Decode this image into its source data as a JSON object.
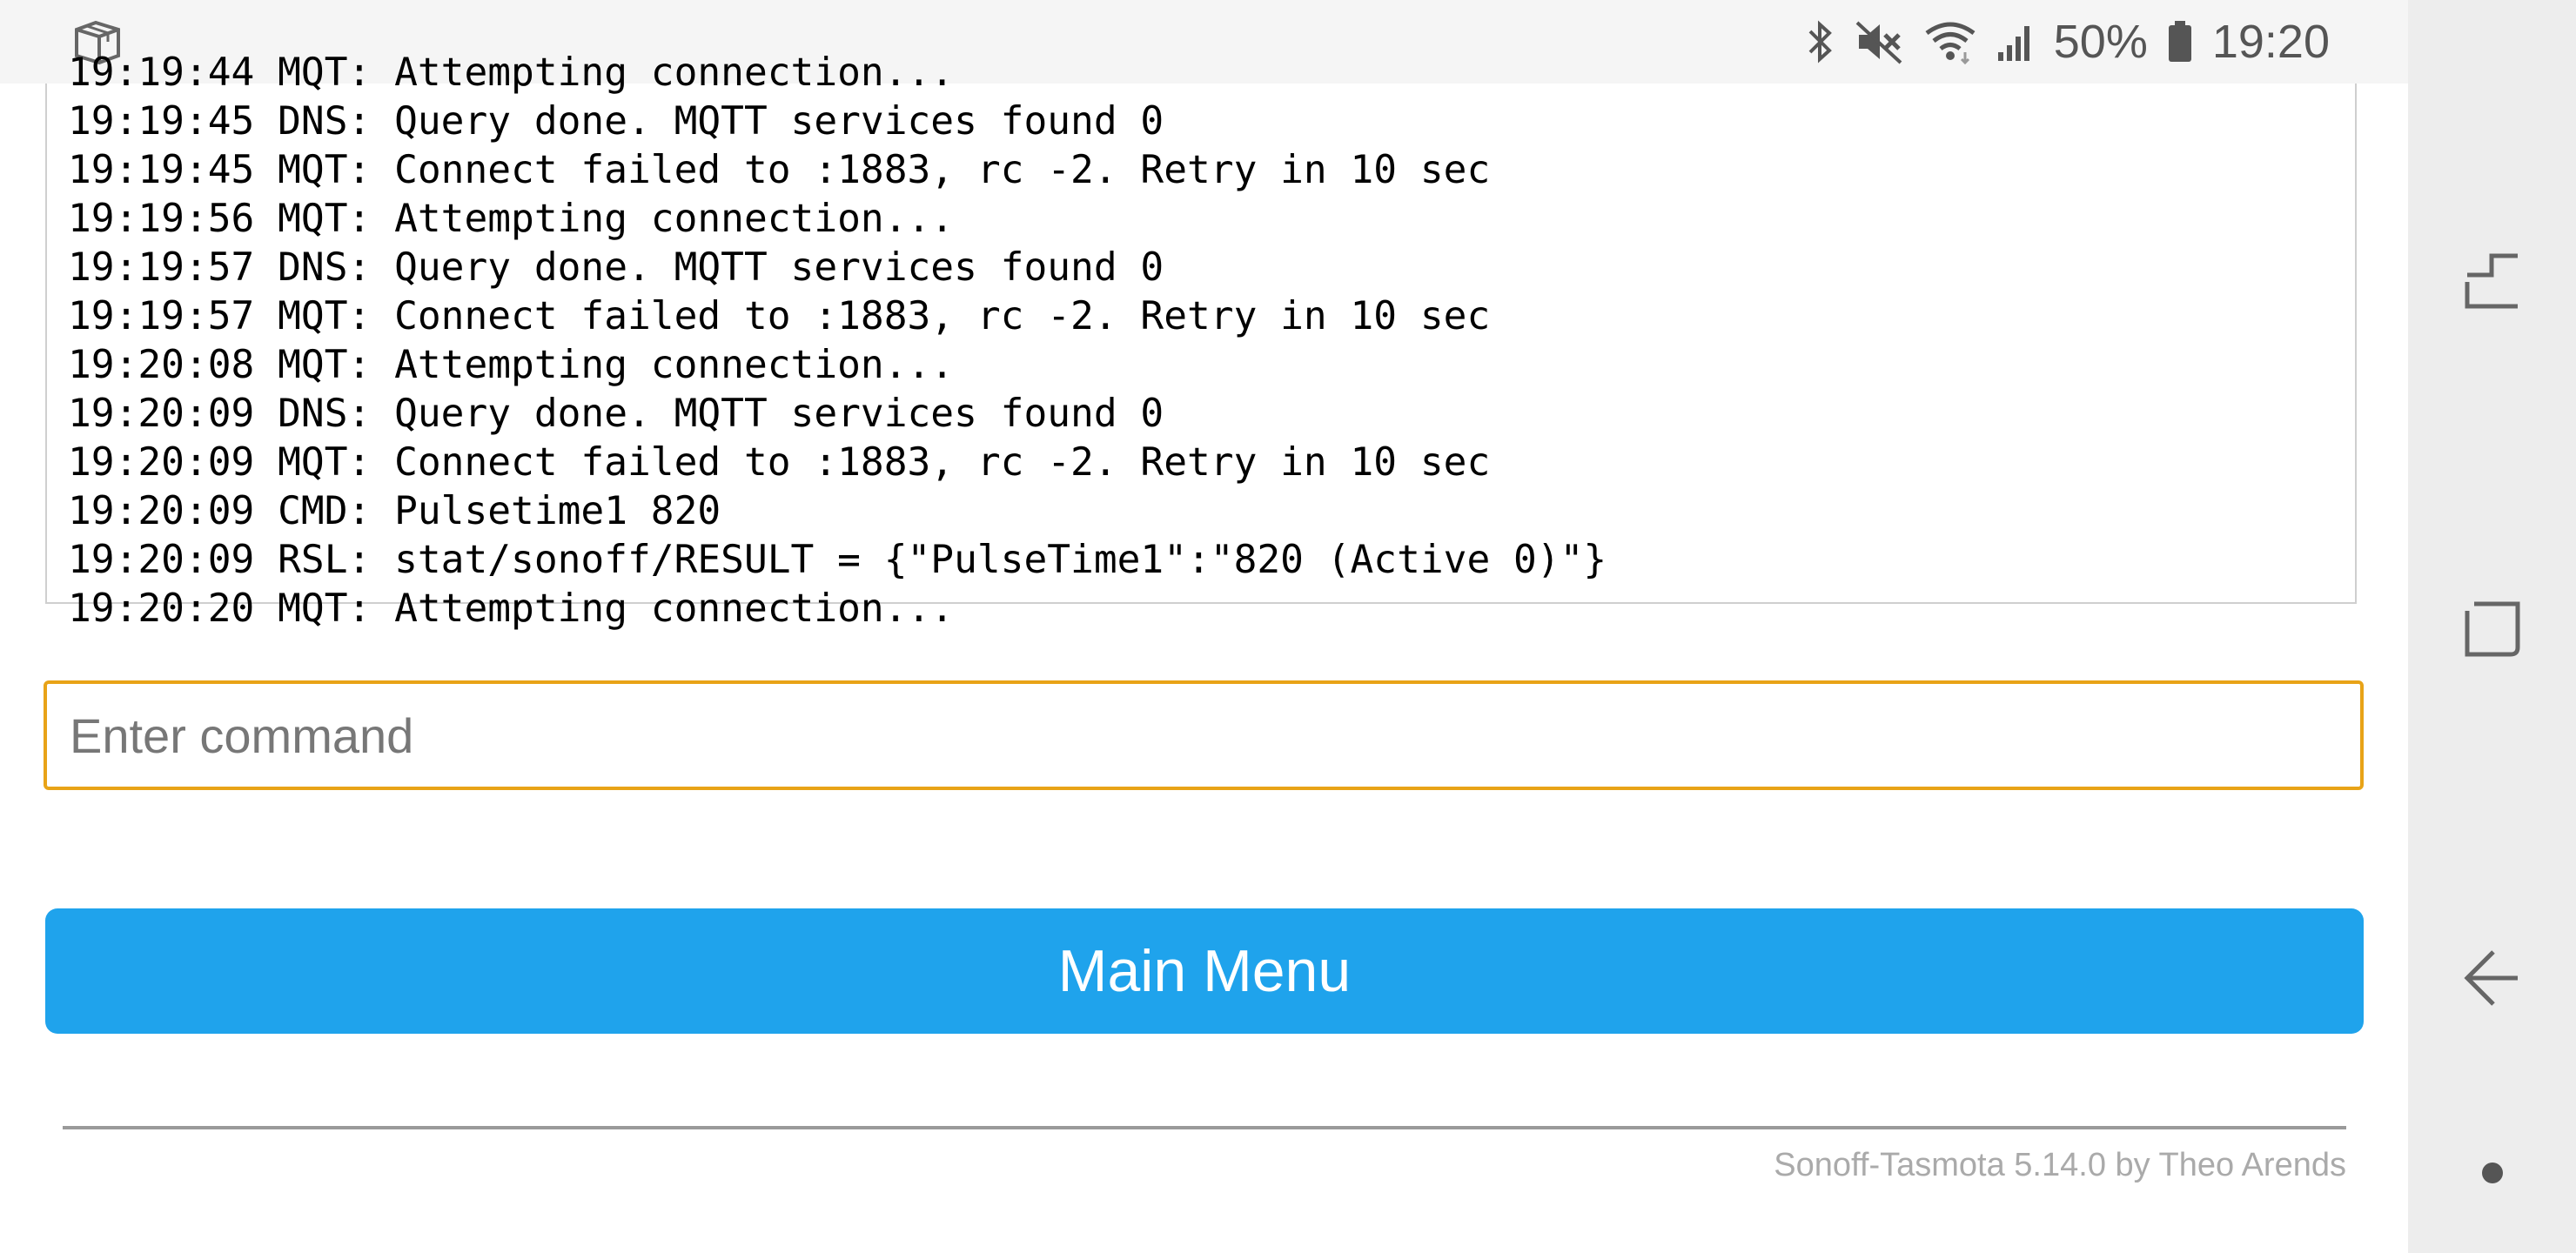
{
  "status_bar": {
    "battery_text": "50%",
    "time": "19:20",
    "icons": [
      "app-box-icon",
      "bluetooth-icon",
      "mute-icon",
      "wifi-icon",
      "signal-icon",
      "battery-icon"
    ]
  },
  "console": {
    "lines": [
      "19:19:44 MQT: Attempting connection...",
      "19:19:45 DNS: Query done. MQTT services found 0",
      "19:19:45 MQT: Connect failed to :1883, rc -2. Retry in 10 sec",
      "19:19:56 MQT: Attempting connection...",
      "19:19:57 DNS: Query done. MQTT services found 0",
      "19:19:57 MQT: Connect failed to :1883, rc -2. Retry in 10 sec",
      "19:20:08 MQT: Attempting connection...",
      "19:20:09 DNS: Query done. MQTT services found 0",
      "19:20:09 MQT: Connect failed to :1883, rc -2. Retry in 10 sec",
      "19:20:09 CMD: Pulsetime1 820",
      "19:20:09 RSL: stat/sonoff/RESULT = {\"PulseTime1\":\"820 (Active 0)\"}",
      "19:20:20 MQT: Attempting connection..."
    ]
  },
  "command_input": {
    "placeholder": "Enter command",
    "value": ""
  },
  "main_menu_button": {
    "label": "Main Menu"
  },
  "footer": {
    "text": "Sonoff-Tasmota 5.14.0 by Theo Arends"
  },
  "nav_bar": {
    "icons": [
      "recent-apps-icon",
      "home-icon",
      "back-icon",
      "dot-icon"
    ]
  },
  "colors": {
    "button_blue": "#1fa3ec",
    "input_border": "#e8a317",
    "footer_gray": "#aaaaaa"
  }
}
